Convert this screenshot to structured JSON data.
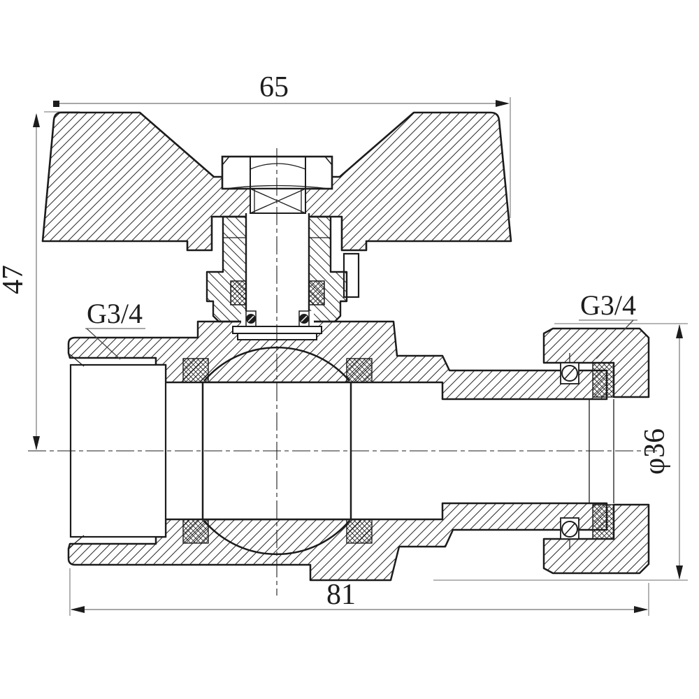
{
  "drawing": {
    "description": "Technical sectional drawing of a ball valve with butterfly handle and union nut",
    "dims": {
      "top_width": "65",
      "left_height": "47",
      "bottom_width": "81",
      "right_diameter": "φ36",
      "left_thread": "G3/4",
      "right_thread": "G3/4"
    },
    "colors": {
      "line": "#1c1c1c",
      "dim_line": "#8a8a8a",
      "background": "#ffffff"
    }
  }
}
